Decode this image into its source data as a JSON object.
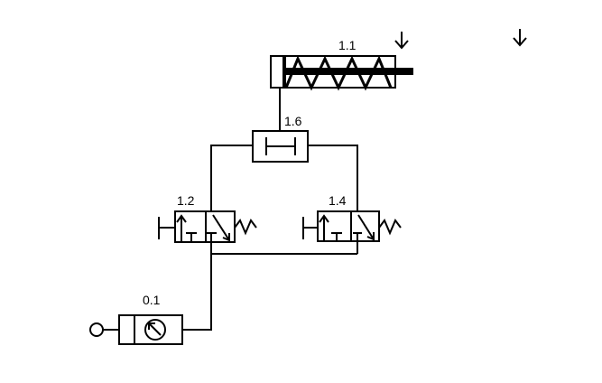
{
  "diagram": {
    "labels": {
      "cylinder": "1.1",
      "shuttle_valve": "1.6",
      "valve_left": "1.2",
      "valve_right": "1.4",
      "supply": "0.1"
    }
  }
}
